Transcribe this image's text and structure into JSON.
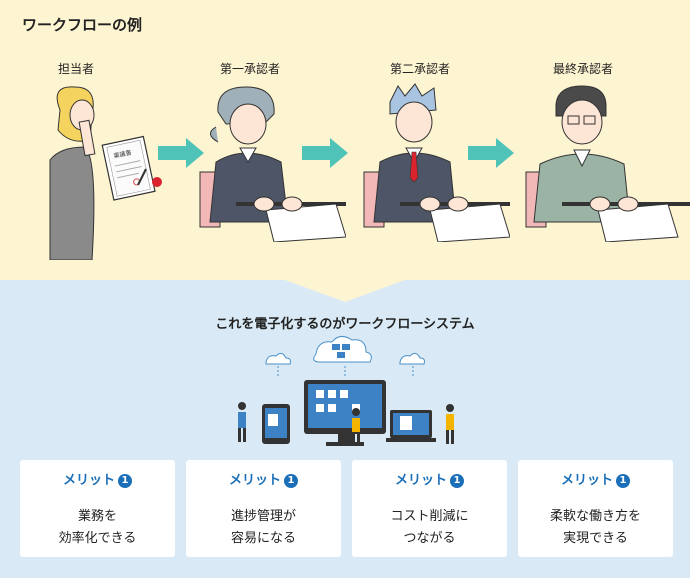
{
  "header": {
    "title": "ワークフローの例"
  },
  "roles": [
    "担当者",
    "第一承認者",
    "第二承認者",
    "最終承認者"
  ],
  "document_label": "稟議書",
  "system": {
    "title": "これを電子化するのがワークフローシステム"
  },
  "merits": [
    {
      "label": "メリット",
      "number": "1",
      "desc": "業務を\n効率化できる"
    },
    {
      "label": "メリット",
      "number": "1",
      "desc": "進捗管理が\n容易になる"
    },
    {
      "label": "メリット",
      "number": "1",
      "desc": "コスト削減に\nつながる"
    },
    {
      "label": "メリット",
      "number": "1",
      "desc": "柔軟な働き方を\n実現できる"
    }
  ],
  "colors": {
    "accent_blue": "#1a6fb8",
    "arrow_teal": "#4fc3b8",
    "top_bg": "#fdf4d2",
    "bottom_bg": "#d9eaf6"
  }
}
